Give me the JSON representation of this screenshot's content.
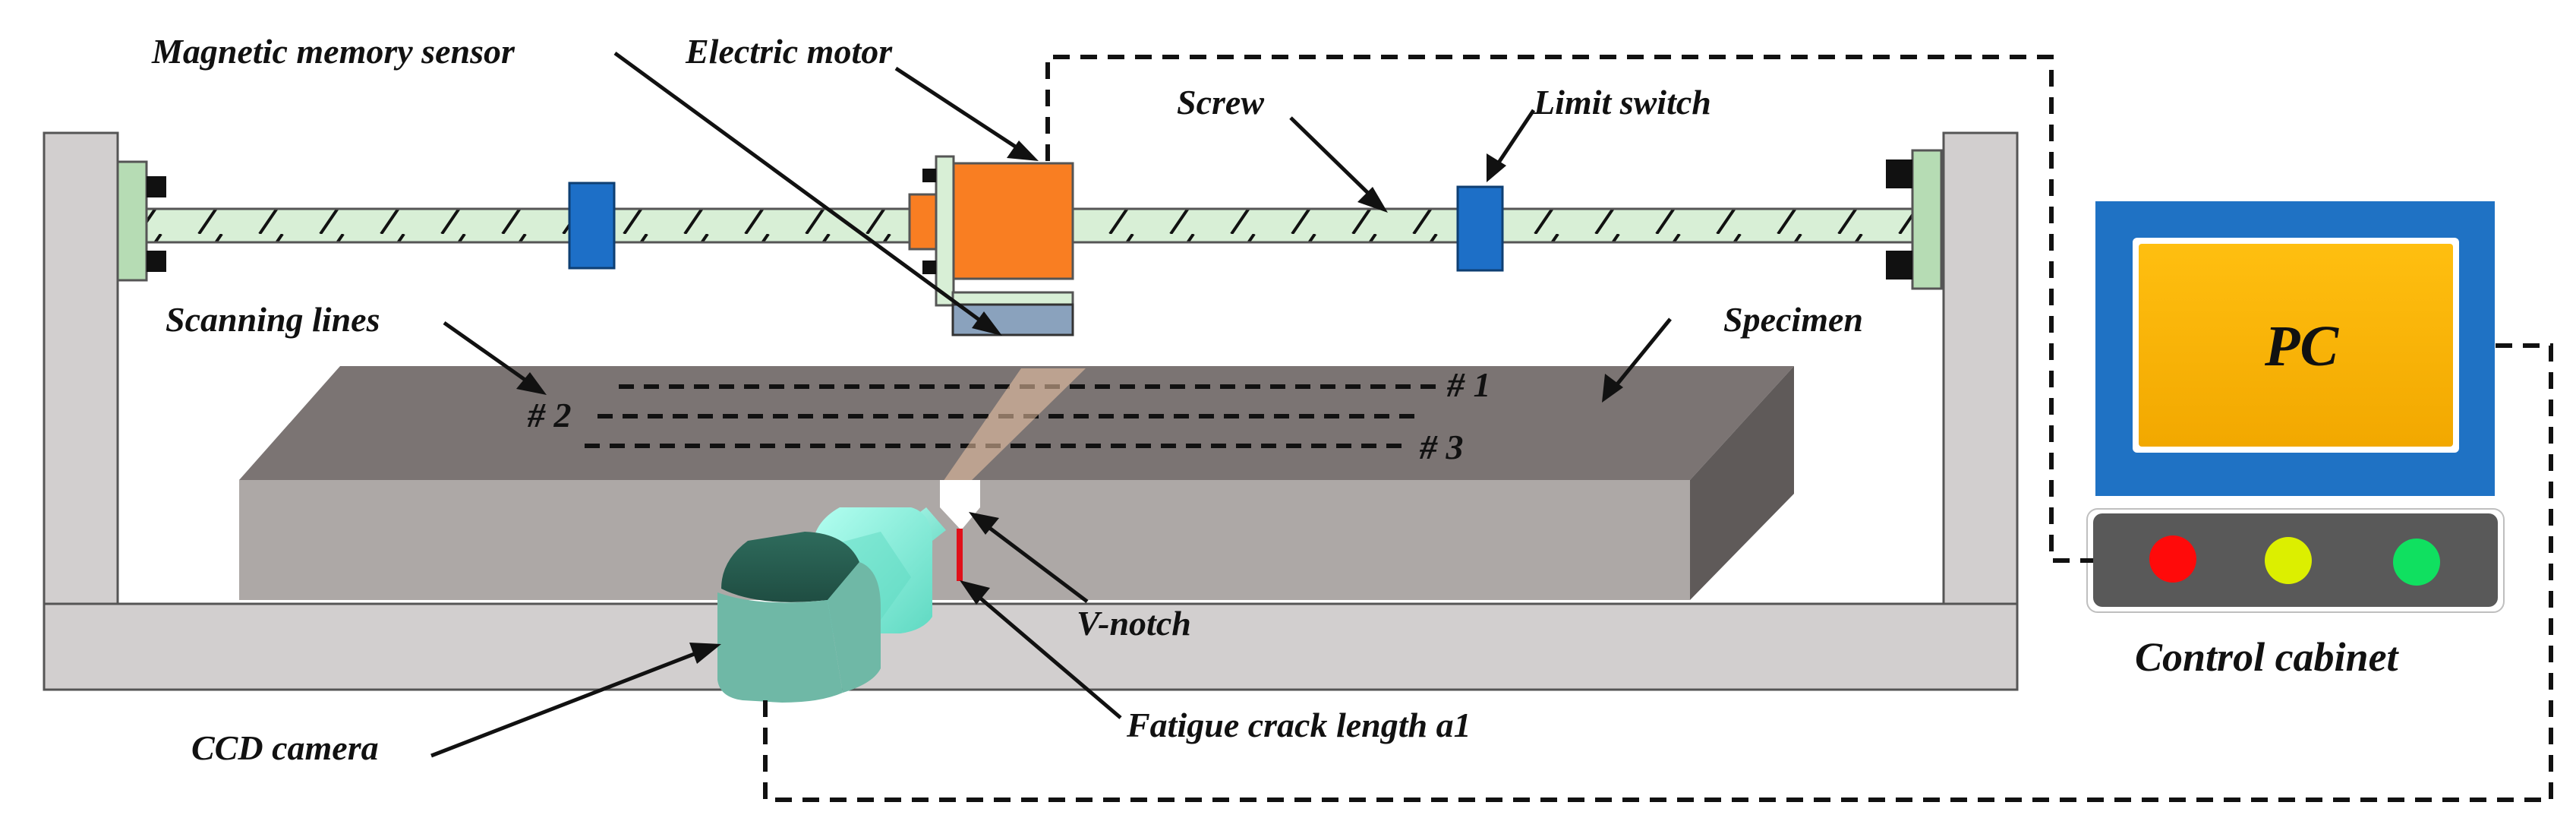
{
  "labels": {
    "magnetic_memory_sensor": "Magnetic memory sensor",
    "electric_motor": "Electric motor",
    "screw": "Screw",
    "limit_switch": "Limit switch",
    "scanning_lines": "Scanning lines",
    "specimen": "Specimen",
    "line_1": "# 1",
    "line_2": "# 2",
    "line_3": "# 3",
    "v_notch": "V-notch",
    "ccd_camera": "CCD camera",
    "fatigue_crack_length": "Fatigue crack length a1",
    "pc": "PC",
    "control_cabinet": "Control cabinet"
  },
  "colors": {
    "frame": "#d2cfcf",
    "screw": "#d8efd6",
    "bearing": "#b6dcb4",
    "limit_switch": "#1d6fc7",
    "motor": "#f97e22",
    "sensor": "#8aa2bd",
    "specimen_top": "#7b7473",
    "specimen_front": "#ada8a6",
    "specimen_side": "#5f5a59",
    "camera": "#6fb8a6",
    "camera_lens": "#86f0dc",
    "crack": "#e0101a",
    "monitor_frame": "#1f72c4",
    "pc_screen": "#f9b100",
    "cabinet": "#595959",
    "light_red": "#ff0a0a",
    "light_yellow": "#dcef00",
    "light_green": "#10e060"
  },
  "indicator_lights": [
    "red",
    "yellow",
    "green"
  ]
}
